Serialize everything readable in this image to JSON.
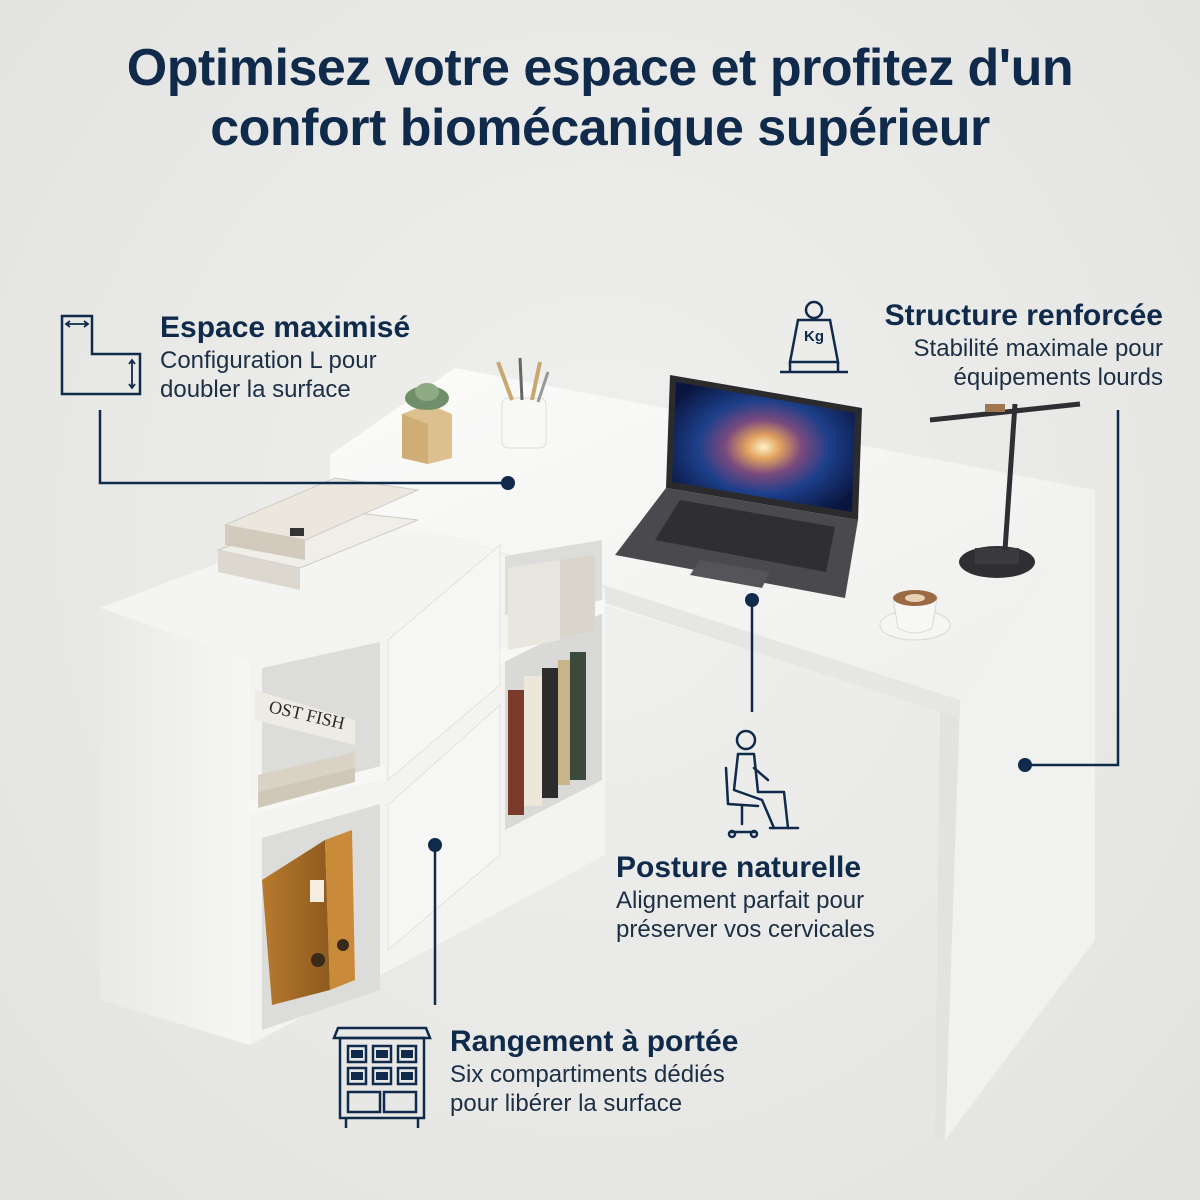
{
  "headline": {
    "line1": "Optimisez votre espace et profitez d'un",
    "line2": "confort biomécanique supérieur"
  },
  "callouts": {
    "espace": {
      "title": "Espace maximisé",
      "line1": "Configuration L pour",
      "line2": "doubler la surface",
      "icon": "l-shape-icon"
    },
    "structure": {
      "title": "Structure renforcée",
      "line1": "Stabilité maximale pour",
      "line2": "équipements lourds",
      "icon": "kettlebell-kg-icon",
      "icon_text": "Kg"
    },
    "posture": {
      "title": "Posture naturelle",
      "line1": "Alignement parfait pour",
      "line2": "préserver vos cervicales",
      "icon": "seated-person-icon"
    },
    "rangement": {
      "title": "Rangement à portée",
      "line1": "Six compartiments dédiés",
      "line2": "pour libérer la surface",
      "icon": "storage-cabinet-icon"
    }
  },
  "props": {
    "book_top": "OST FISH"
  },
  "colors": {
    "navy": "#0f2a4a",
    "background": "#e8e8e6",
    "desk_white": "#f7f7f5"
  }
}
